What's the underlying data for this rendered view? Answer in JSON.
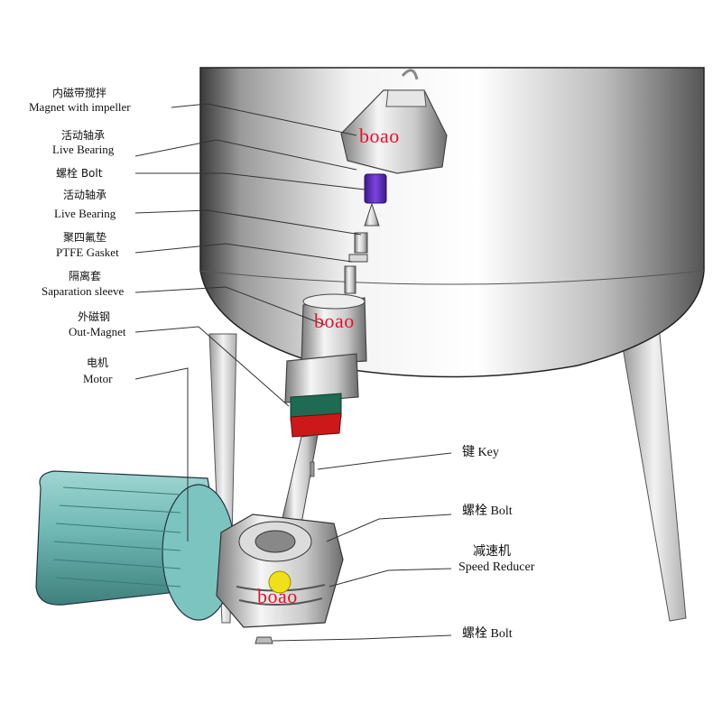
{
  "labels": {
    "magnet_impeller": {
      "zh": "内磁带搅拌",
      "en": "Magnet with impeller"
    },
    "live_bearing_1": {
      "zh": "活动轴承",
      "en": "Live Bearing"
    },
    "bolt_1": {
      "text": "螺栓 Bolt"
    },
    "live_bearing_2": {
      "zh": "活动轴承",
      "en": "Live Bearing"
    },
    "ptfe_gasket": {
      "zh": "聚四氟垫",
      "en": "PTFE Gasket"
    },
    "separation_sleeve": {
      "zh": "隔离套",
      "en": "Saparation sleeve"
    },
    "out_magnet": {
      "zh": "外磁钢",
      "en": "Out-Magnet"
    },
    "motor": {
      "zh": "电机",
      "en": "Motor"
    },
    "key": {
      "text": "键 Key"
    },
    "bolt_2": {
      "text": "螺栓 Bolt"
    },
    "speed_reducer": {
      "zh": "减速机",
      "en": "Speed Reducer"
    },
    "bolt_3": {
      "text": "螺栓 Bolt"
    }
  },
  "watermark": "boao",
  "colors": {
    "watermark": "#e8102a",
    "bolt": "#5522bb",
    "out_magnet_green": "#1e6a52",
    "out_magnet_red": "#cc1818",
    "motor": "#6fb8b4",
    "reducer_hub": "#f0e01a"
  }
}
